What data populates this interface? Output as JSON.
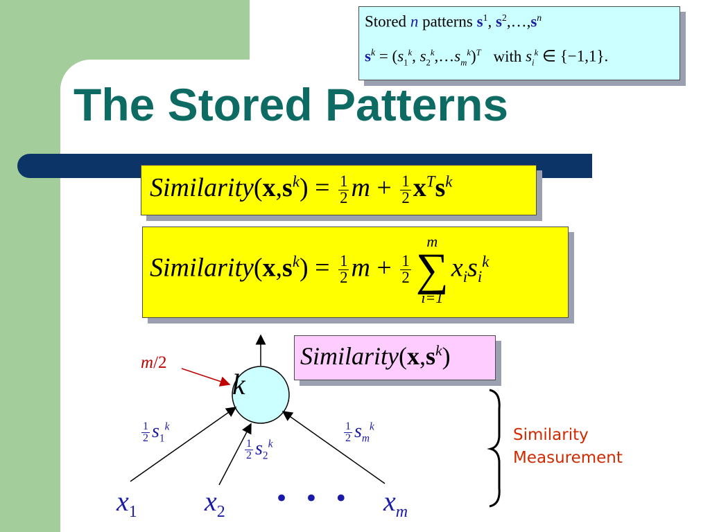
{
  "slide": {
    "title": "The Stored Patterns",
    "colors": {
      "title": "#0e6b64",
      "green_panel": "#a3cd9a",
      "bar": "#0c3466",
      "formula_box": "#ffff00",
      "similarity_box": "#ffccff",
      "stored_box": "#ccffff",
      "annotation": "#d12a00",
      "input_label": "#1a1aa8"
    }
  },
  "stored_box": {
    "line1": {
      "word1": "Stored",
      "n": "n",
      "word2": "patterns",
      "s": "s",
      "sup1": "1",
      "sep1": ", ",
      "sup2": "2",
      "tail": ",…,",
      "supn": "n"
    },
    "line2": {
      "s": "s",
      "k": "k",
      "eq": " = (",
      "s_var": "s",
      "sub1": "1",
      "sub2": "2",
      "subm": "m",
      "sep": ", ",
      "ell": ",…",
      "close": ")",
      "T": "T",
      "with": "with",
      "sub_i": "i",
      "member": " ∈ {−1,1}."
    }
  },
  "formula1": {
    "func": "Similarity",
    "open": "(",
    "x": "x",
    "comma": ",",
    "s": "s",
    "k": "k",
    "close": ") = ",
    "num": "1",
    "den": "2",
    "m": "m",
    "plus": " + ",
    "T": "T"
  },
  "formula2": {
    "func": "Similarity",
    "open": "(",
    "x": "x",
    "comma": ",",
    "s": "s",
    "k": "k",
    "close": ") = ",
    "num": "1",
    "den": "2",
    "m": "m",
    "plus": " + ",
    "upper": "m",
    "sigma": "∑",
    "lower": "i=1",
    "xi": "x",
    "i": "i",
    "si": "s"
  },
  "similarity_box": {
    "func": "Similarity",
    "open": "(",
    "x": "x",
    "comma": ",",
    "s": "s",
    "k": "k",
    "close": ")"
  },
  "network": {
    "node": "k",
    "threshold": {
      "m": "m",
      "rest": "/2"
    },
    "weights": [
      {
        "num": "1",
        "den": "2",
        "s": "s",
        "k": "k",
        "sub": "1"
      },
      {
        "num": "1",
        "den": "2",
        "s": "s",
        "k": "k",
        "sub": "2"
      },
      {
        "num": "1",
        "den": "2",
        "s": "s",
        "k": "k",
        "sub": "m"
      }
    ],
    "inputs": [
      {
        "x": "x",
        "sub": "1"
      },
      {
        "x": "x",
        "sub": "2"
      },
      {
        "x": "x",
        "sub": "m"
      }
    ],
    "dots": "• • •"
  },
  "annotation": {
    "line1": "Similarity",
    "line2": "Measurement"
  }
}
